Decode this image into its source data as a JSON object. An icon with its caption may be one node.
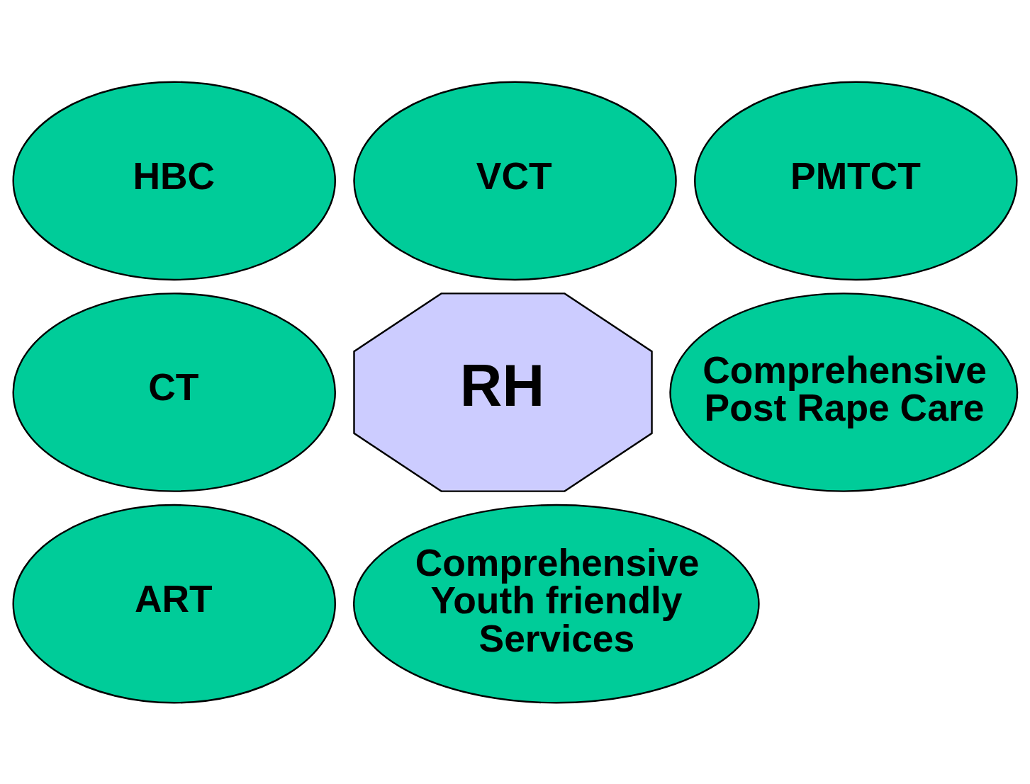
{
  "diagram": {
    "nodes": [
      {
        "text": [
          "VCT"
        ]
      },
      {
        "text": [
          "HBC"
        ]
      },
      {
        "text": [
          "PMTCT"
        ]
      },
      {
        "text": [
          "RH"
        ]
      },
      {
        "text": [
          "CT"
        ]
      },
      {
        "text": [
          "Comprehensive Post Rape Care"
        ]
      },
      {
        "text": [
          "ART"
        ]
      },
      {
        "text": [
          "Comprehensive Youth friendly Services"
        ]
      }
    ]
  }
}
